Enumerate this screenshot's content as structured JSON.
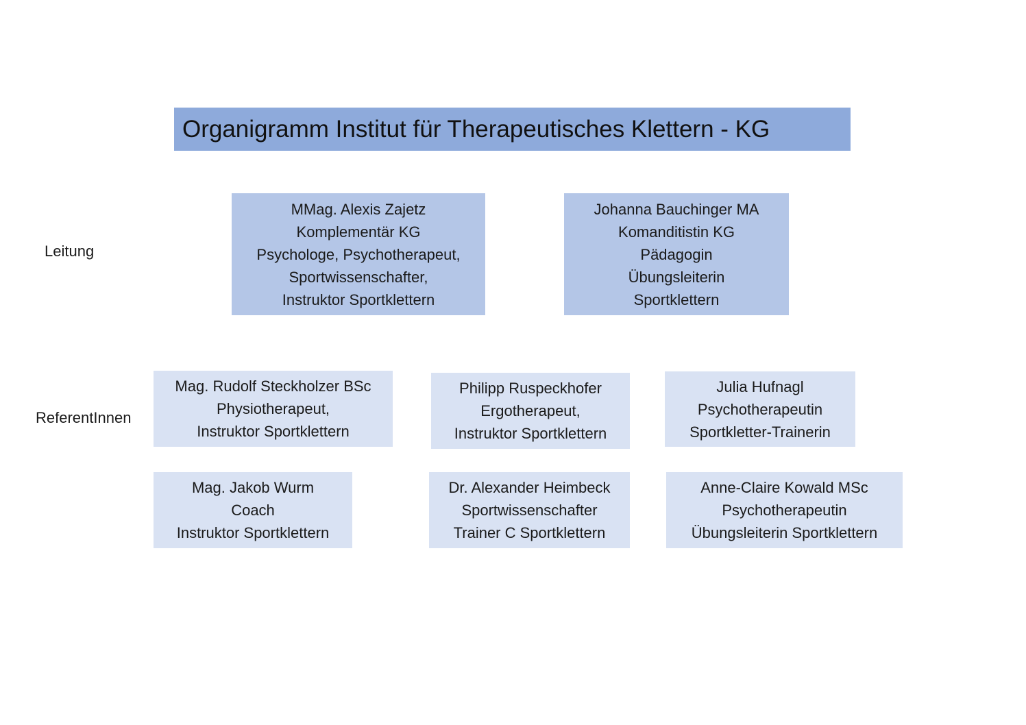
{
  "title": "Organigramm Institut für Therapeutisches Klettern - KG",
  "labels": {
    "leitung": "Leitung",
    "referentinnen": "ReferentInnen"
  },
  "leitung": [
    {
      "lines": [
        "MMag. Alexis Zajetz",
        "Komplementär KG",
        "Psychologe, Psychotherapeut,",
        "Sportwissenschafter,",
        "Instruktor Sportklettern"
      ]
    },
    {
      "lines": [
        "Johanna Bauchinger MA",
        "Komanditistin KG",
        "Pädagogin",
        "Übungsleiterin",
        "Sportklettern"
      ]
    }
  ],
  "referentinnen": [
    {
      "lines": [
        "Mag. Rudolf Steckholzer BSc",
        "Physiotherapeut,",
        "Instruktor Sportklettern"
      ]
    },
    {
      "lines": [
        "Philipp Ruspeckhofer",
        "Ergotherapeut,",
        "Instruktor Sportklettern"
      ]
    },
    {
      "lines": [
        "Julia Hufnagl",
        "Psychotherapeutin",
        "Sportkletter-Trainerin"
      ]
    },
    {
      "lines": [
        "Mag. Jakob Wurm",
        "Coach",
        "Instruktor Sportklettern"
      ]
    },
    {
      "lines": [
        "Dr. Alexander Heimbeck",
        "Sportwissenschafter",
        "Trainer C Sportklettern"
      ]
    },
    {
      "lines": [
        "Anne-Claire Kowald MSc",
        "Psychotherapeutin",
        "Übungsleiterin Sportklettern"
      ]
    }
  ],
  "colors": {
    "title_fill": "#8eaadb",
    "leitung_fill": "#b4c6e7",
    "referentinnen_fill": "#d9e2f3"
  }
}
